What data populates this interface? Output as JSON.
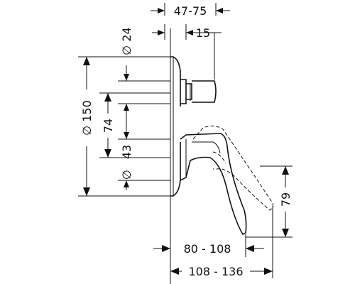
{
  "dimensions": {
    "d_47_75": "47-75",
    "d_15": "15",
    "d_24": "∅ 24",
    "d_150": "∅ 150",
    "d_74": "74",
    "d_43": "43",
    "d_small": "∅",
    "d_79": "79",
    "d_80_108": "80 - 108",
    "d_108_136": "108 - 136"
  }
}
